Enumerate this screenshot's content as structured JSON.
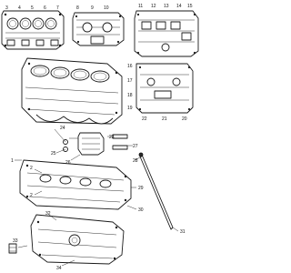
{
  "callouts": {
    "c1": "1",
    "c2a": "2",
    "c2b": "2",
    "c3": "3",
    "c4": "4",
    "c5": "5",
    "c6": "6",
    "c7": "7",
    "c8": "8",
    "c9": "9",
    "c10": "10",
    "c11": "11",
    "c12": "12",
    "c13": "13",
    "c14": "14",
    "c15": "15",
    "c16": "16",
    "c17": "17",
    "c18": "18",
    "c19": "19",
    "c20": "20",
    "c21": "21",
    "c22": "22",
    "c23": "23",
    "c24": "24",
    "c25": "25",
    "c26": "26",
    "c27": "27",
    "c28": "28",
    "c29": "29",
    "c30": "30",
    "c31": "31",
    "c32": "32",
    "c33": "33",
    "c34": "34"
  },
  "colors": {
    "line": "#1a1a1a",
    "background": "#ffffff"
  }
}
